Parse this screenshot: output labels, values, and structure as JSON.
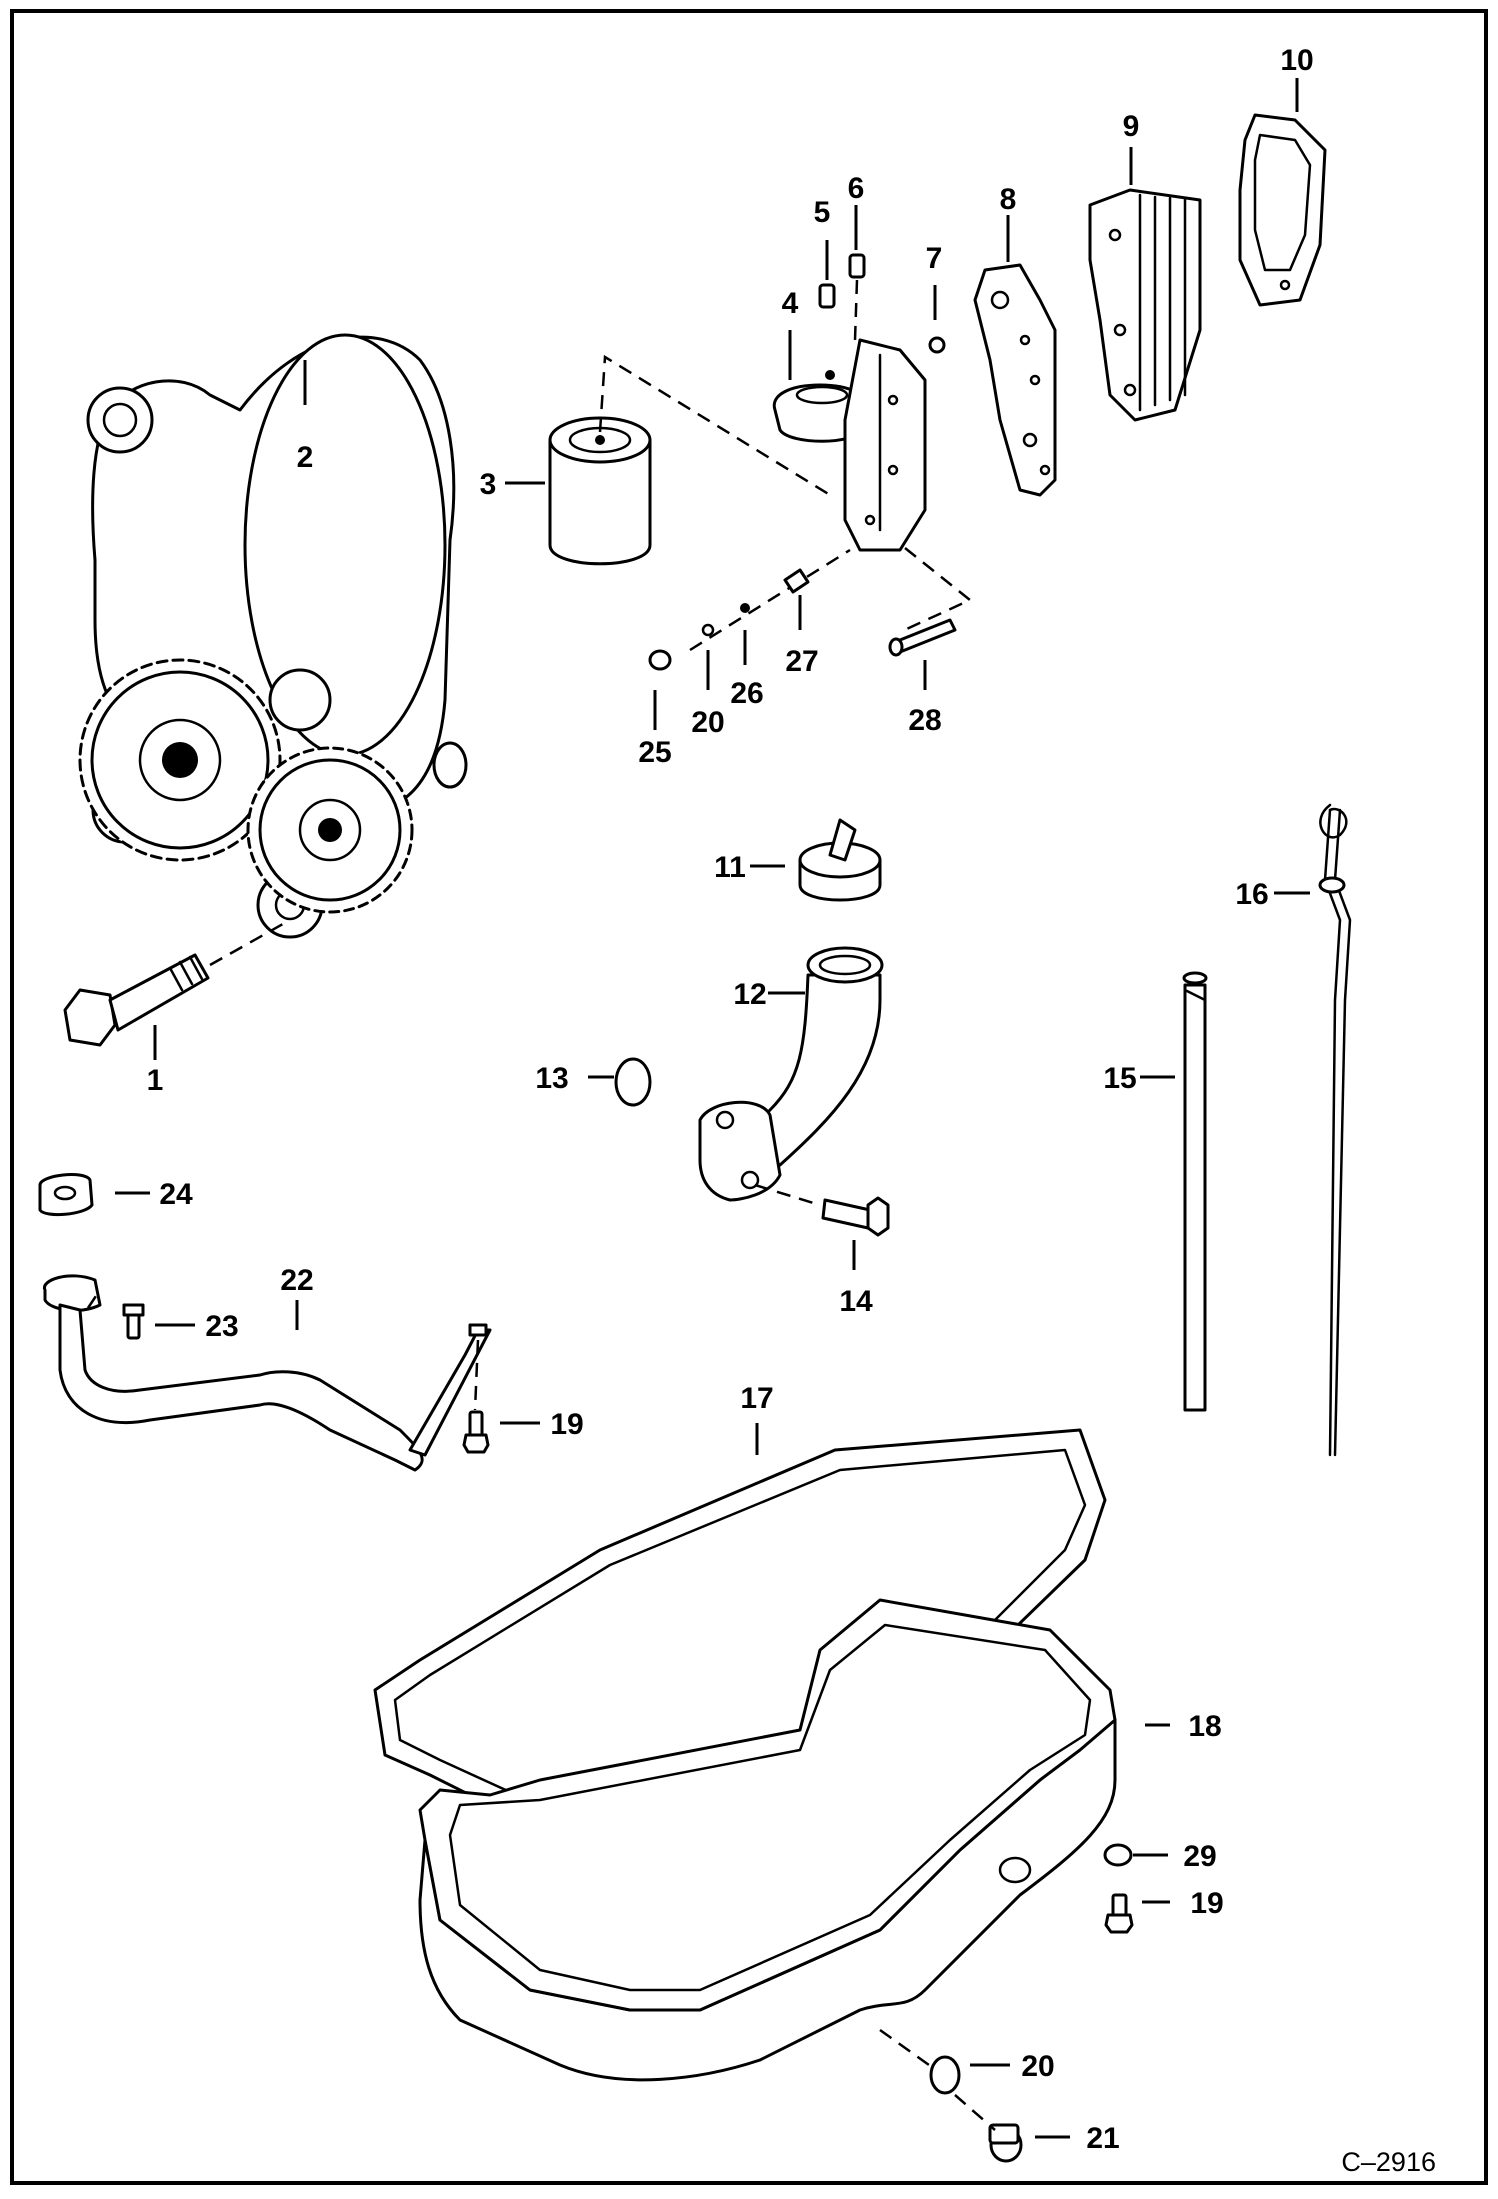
{
  "figure": {
    "code": "C–2916",
    "labels": [
      {
        "id": "1",
        "text": "1"
      },
      {
        "id": "2",
        "text": "2"
      },
      {
        "id": "3",
        "text": "3"
      },
      {
        "id": "4",
        "text": "4"
      },
      {
        "id": "5",
        "text": "5"
      },
      {
        "id": "6",
        "text": "6"
      },
      {
        "id": "7",
        "text": "7"
      },
      {
        "id": "8",
        "text": "8"
      },
      {
        "id": "9",
        "text": "9"
      },
      {
        "id": "10",
        "text": "10"
      },
      {
        "id": "11",
        "text": "11"
      },
      {
        "id": "12",
        "text": "12"
      },
      {
        "id": "13",
        "text": "13"
      },
      {
        "id": "14",
        "text": "14"
      },
      {
        "id": "15",
        "text": "15"
      },
      {
        "id": "16",
        "text": "16"
      },
      {
        "id": "17",
        "text": "17"
      },
      {
        "id": "18",
        "text": "18"
      },
      {
        "id": "19a",
        "text": "19"
      },
      {
        "id": "19b",
        "text": "19"
      },
      {
        "id": "20a",
        "text": "20"
      },
      {
        "id": "20b",
        "text": "20"
      },
      {
        "id": "21",
        "text": "21"
      },
      {
        "id": "22",
        "text": "22"
      },
      {
        "id": "23",
        "text": "23"
      },
      {
        "id": "24",
        "text": "24"
      },
      {
        "id": "25",
        "text": "25"
      },
      {
        "id": "26",
        "text": "26"
      },
      {
        "id": "27",
        "text": "27"
      },
      {
        "id": "28",
        "text": "28"
      },
      {
        "id": "29",
        "text": "29"
      }
    ]
  }
}
